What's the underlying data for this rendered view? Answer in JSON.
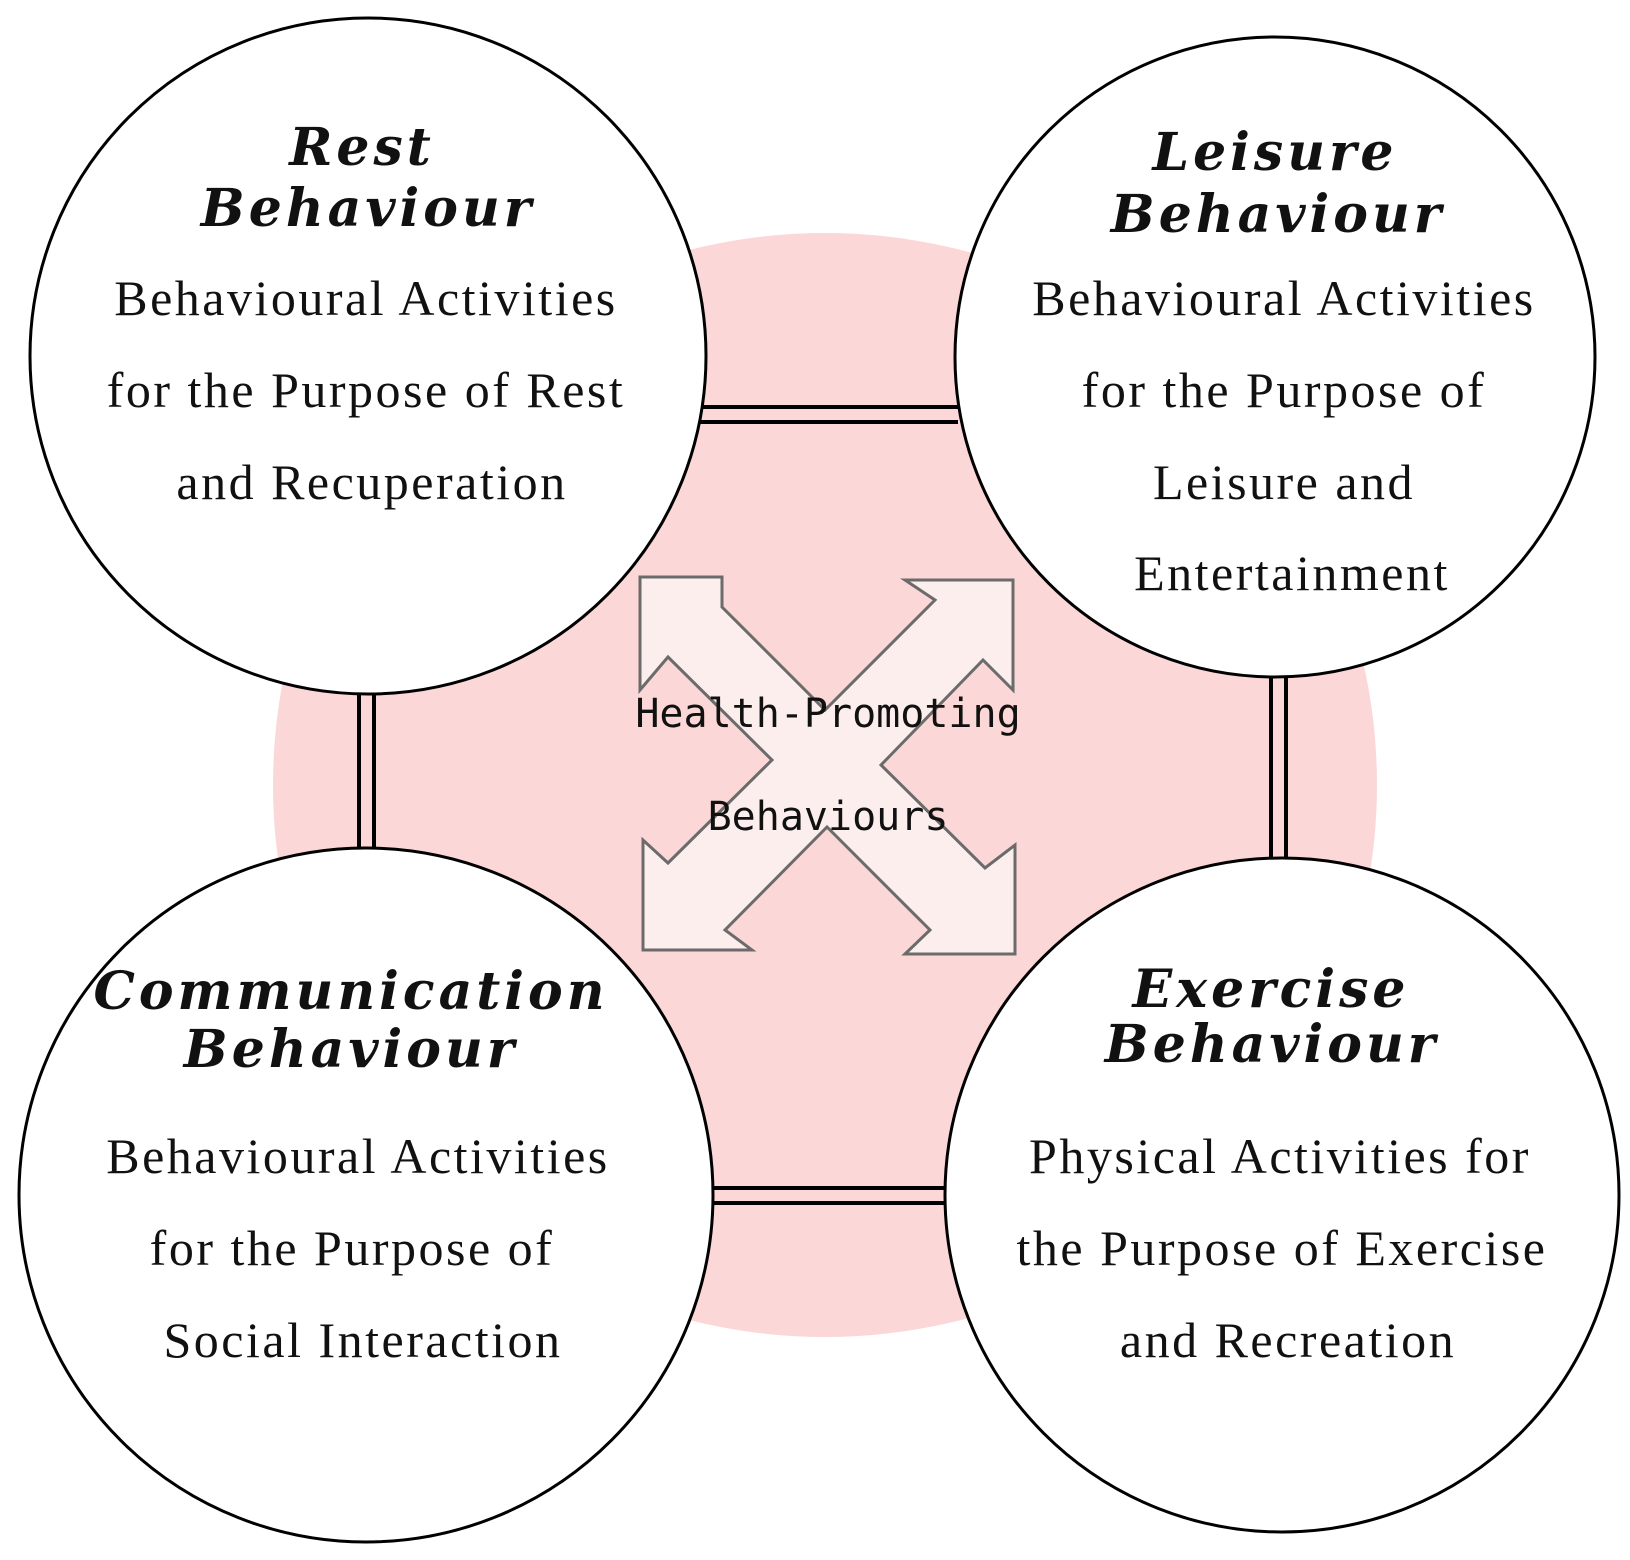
{
  "center": {
    "line1": "Health-Promoting",
    "line2": "Behaviours"
  },
  "rest": {
    "title1": "Rest",
    "title2": "Behaviour",
    "line1": "Behavioural Activities",
    "line2": "for the Purpose of Rest",
    "line3": "and Recuperation"
  },
  "leisure": {
    "title1": "Leisure",
    "title2": "Behaviour",
    "line1": "Behavioural Activities",
    "line2": "for the Purpose of",
    "line3": "Leisure and",
    "line4": "Entertainment"
  },
  "communication": {
    "title1": "Communication",
    "title2": "Behaviour",
    "line1": "Behavioural Activities",
    "line2": "for the Purpose of",
    "line3": "Social Interaction"
  },
  "exercise": {
    "title1": "Exercise",
    "title2": "Behaviour",
    "line1": "Physical Activities for",
    "line2": "the Purpose of Exercise",
    "line3": "and Recreation"
  },
  "colors": {
    "background_disc": "#fcd7d7",
    "arrow_fill": "#fdeeee",
    "outline": "#000000"
  }
}
